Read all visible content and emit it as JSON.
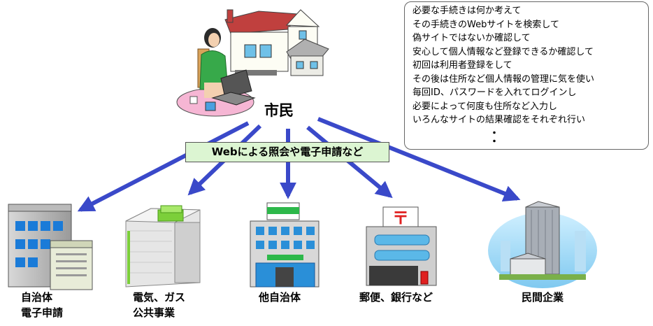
{
  "citizen": {
    "label": "市民"
  },
  "channel_label": "Webによる照会や電子申請など",
  "note_lines": [
    "必要な手続きは何か考えて",
    "その手続きのWebサイトを検索して",
    "偽サイトではないか確認して",
    "安心して個人情報など登録できるか確認して",
    "初回は利用者登録をして",
    "その後は住所など個人情報の管理に気を使い",
    "毎回ID、パスワードを入れてログインし",
    "必要によって何度も住所など入力し",
    "いろんなサイトの結果確認をそれぞれ行い"
  ],
  "note_ellipsis": "・\n・",
  "destinations": [
    {
      "lines": [
        "自治体",
        "電子申請"
      ]
    },
    {
      "lines": [
        "電気、ガス",
        "公共事業"
      ]
    },
    {
      "lines": [
        "他自治体"
      ]
    },
    {
      "lines": [
        "郵便、銀行など"
      ]
    },
    {
      "lines": [
        "民間企業"
      ]
    }
  ],
  "colors": {
    "arrow": "#3a49c9",
    "label_bg": "#dcf5d2",
    "accent_green": "#7ccf3a",
    "post_red": "#e02020"
  }
}
